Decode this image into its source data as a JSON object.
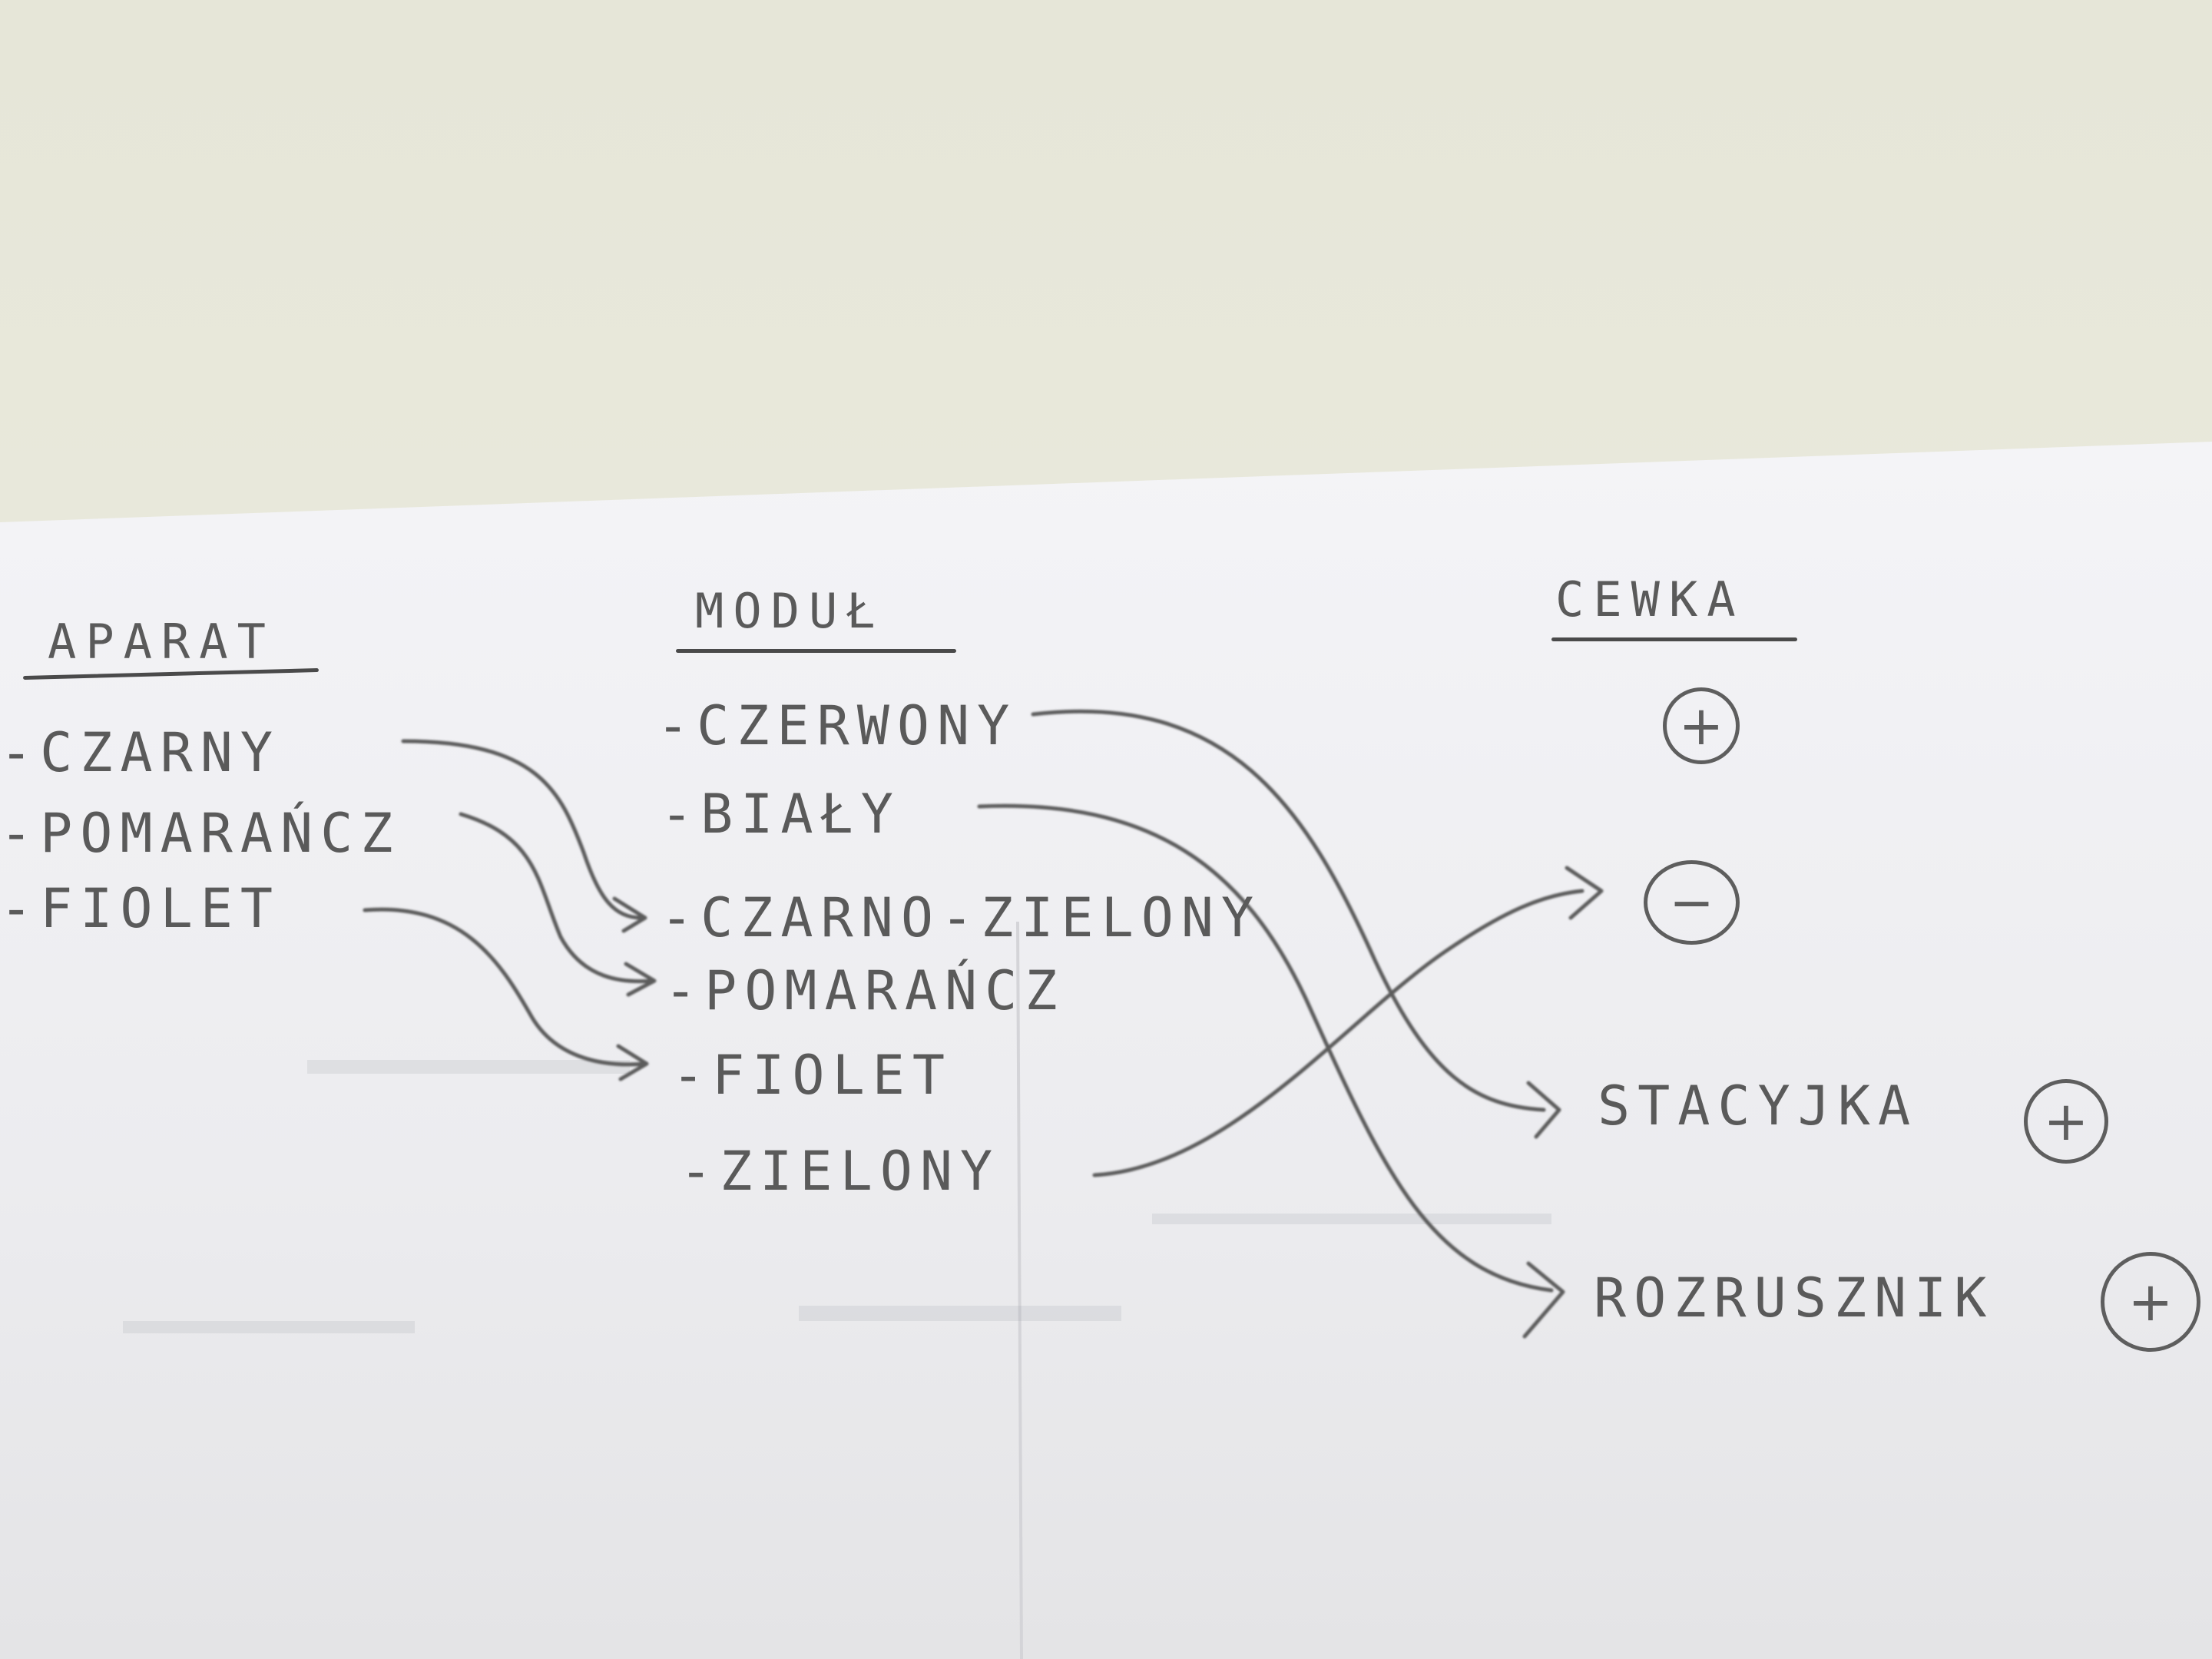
{
  "columns": {
    "aparat": {
      "title": "APARAT",
      "items": [
        "-CZARNY",
        "-POMARAŃCZ",
        "-FIOLET"
      ]
    },
    "modul": {
      "title": "MODUŁ",
      "items": [
        "-CZERWONY",
        "-BIAŁY",
        "-CZARNO-ZIELONY",
        "-POMARAŃCZ",
        "-FIOLET",
        "-ZIELONY"
      ]
    },
    "cewka": {
      "title": "CEWKA",
      "terminals": [
        "+",
        "−"
      ],
      "outputs": [
        {
          "label": "STACYJKA",
          "sign": "+"
        },
        {
          "label": "ROZRUSZNIK",
          "sign": "+"
        }
      ]
    }
  },
  "colors": {
    "pencil": "#555555",
    "paper": "#f2f2f5",
    "background": "#e6e6d8"
  }
}
